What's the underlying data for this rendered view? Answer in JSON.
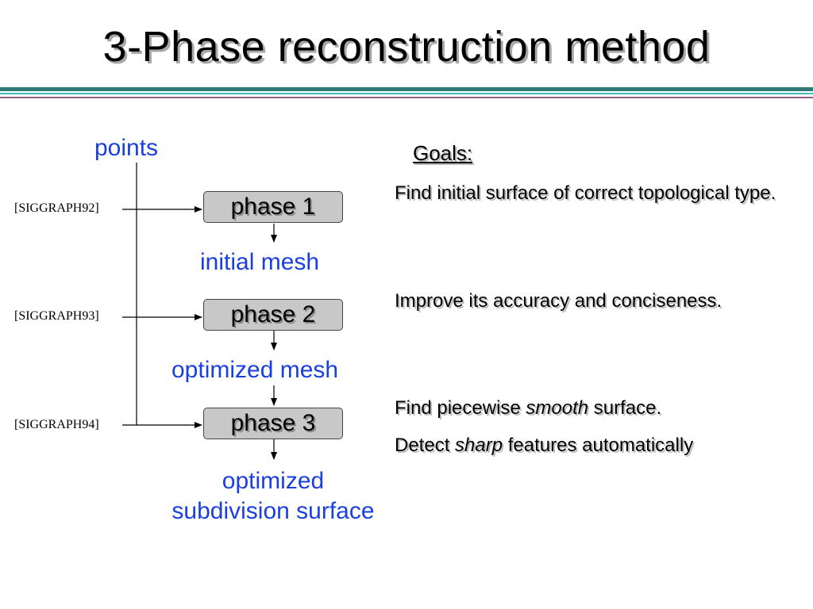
{
  "title": "3-Phase reconstruction method",
  "flow": {
    "input": "points",
    "phases": [
      {
        "label": "phase 1",
        "ref": "[SIGGRAPH92]",
        "output": "initial mesh"
      },
      {
        "label": "phase 2",
        "ref": "[SIGGRAPH93]",
        "output": "optimized mesh"
      },
      {
        "label": "phase 3",
        "ref": "[SIGGRAPH94]",
        "output_line1": "optimized",
        "output_line2": "subdivision surface"
      }
    ]
  },
  "goals": {
    "heading": "Goals:",
    "items": [
      {
        "text": "Find initial surface of correct topological type."
      },
      {
        "text": "Improve its accuracy and conciseness."
      },
      {
        "prefix": "Find piecewise ",
        "emph": "smooth",
        "suffix": " surface."
      },
      {
        "prefix": "Detect ",
        "emph": "sharp",
        "suffix": " features automatically"
      }
    ]
  },
  "colors": {
    "accent_text": "#1a3fe0",
    "phase_box": "#c8c8c8",
    "rule_dark": "#2f7a78",
    "rule_light": "#3fbdb4",
    "rule_purple": "#9a5a8a"
  }
}
